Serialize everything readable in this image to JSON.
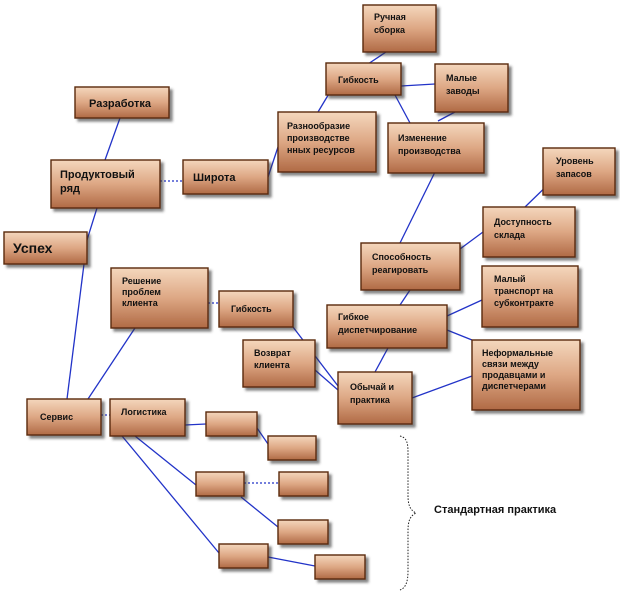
{
  "nodes": {
    "ruchnaya_sborka": [
      "Ручная",
      "сборка"
    ],
    "gibkost_top": [
      "Гибкость"
    ],
    "malye_zavody": [
      "Малые",
      "заводы"
    ],
    "razrabotka": [
      "Разработка"
    ],
    "raznoobrazie": [
      "Разнообразие",
      "производстве",
      "нных ресурсов"
    ],
    "izmenenie": [
      "Изменение",
      "производства"
    ],
    "produktovy_ryad": [
      "Продуктовый",
      "ряд"
    ],
    "shirota": [
      "Широта"
    ],
    "uroven_zapasov": [
      "Уровень",
      "запасов"
    ],
    "uspekh": [
      "Успех"
    ],
    "dostupnost_sklada": [
      "Доступность",
      "склада"
    ],
    "sposobnost": [
      "Способность",
      "реагировать"
    ],
    "reshenie": [
      "Решение",
      "проблем",
      "клиента"
    ],
    "gibkost_mid": [
      "Гибкость"
    ],
    "maly_transport": [
      "Малый",
      "транспорт на",
      "субконтракте"
    ],
    "gibkoe_disp": [
      "Гибкое",
      "диспетчирование"
    ],
    "vozvrat": [
      "Возврат",
      "клиента"
    ],
    "neformalnye": [
      "Неформальные",
      "связи между",
      "продавцами и",
      "диспетчерами"
    ],
    "obychai": [
      "Обычай и",
      "практика"
    ],
    "servis": [
      "Сервис"
    ],
    "logistika": [
      "Логистика"
    ]
  },
  "caption": "Стандартная практика"
}
